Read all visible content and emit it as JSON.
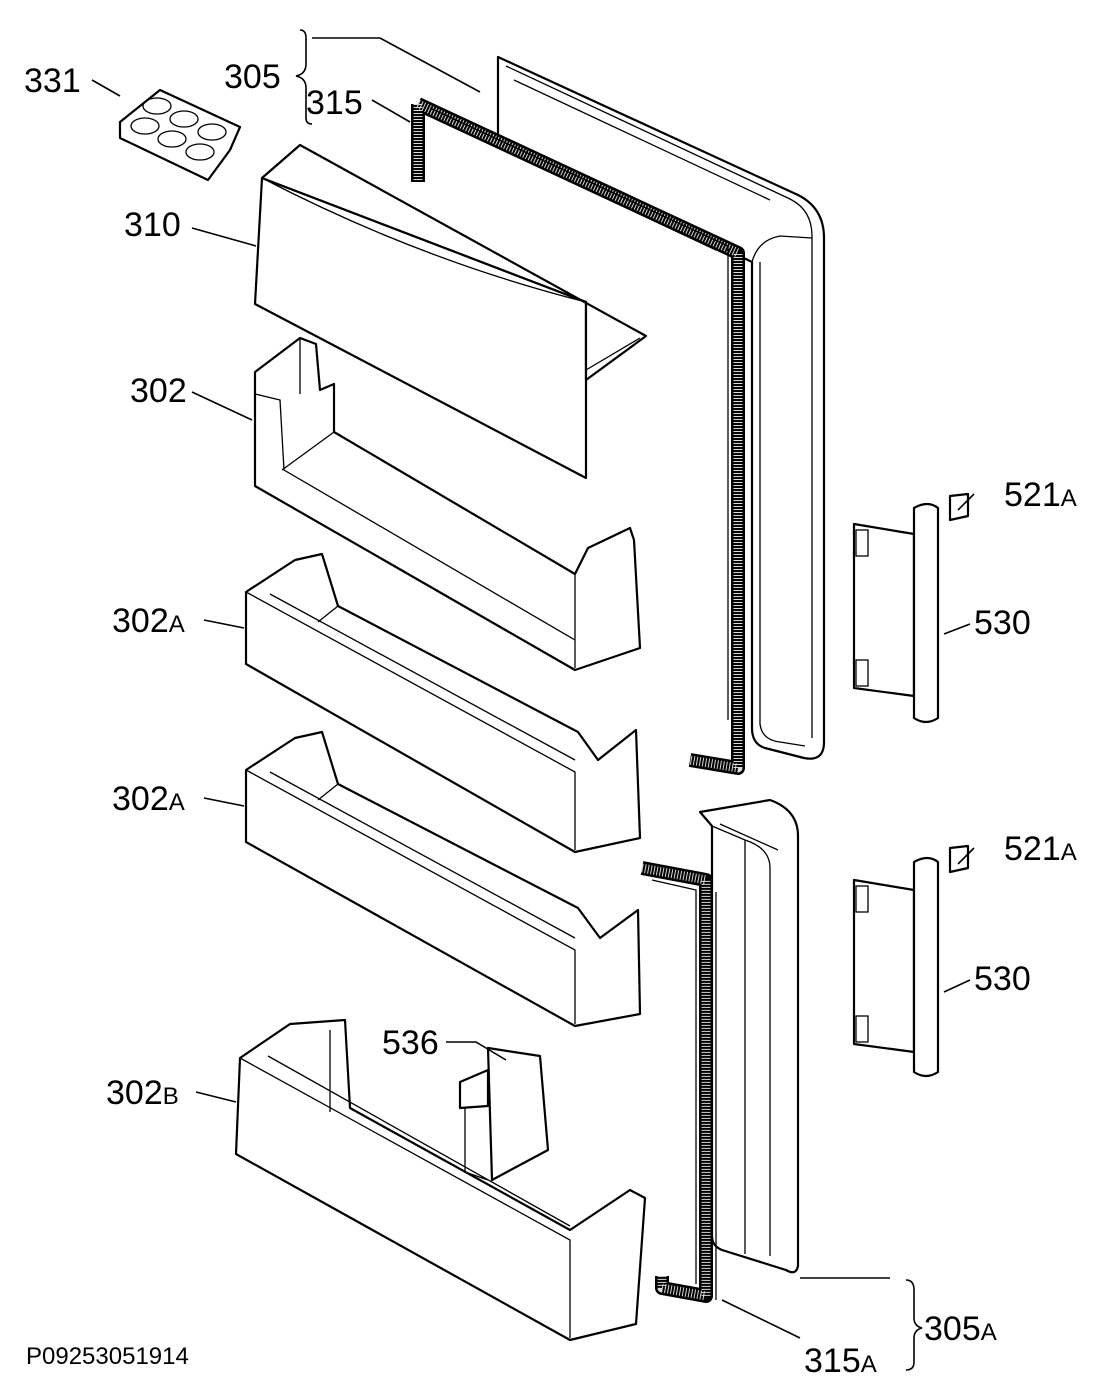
{
  "parts": {
    "p331": {
      "num": "331"
    },
    "p305": {
      "num": "305"
    },
    "p315": {
      "num": "315"
    },
    "p310": {
      "num": "310"
    },
    "p302": {
      "num": "302"
    },
    "p302a_1": {
      "num": "302",
      "suffix": "A"
    },
    "p302a_2": {
      "num": "302",
      "suffix": "A"
    },
    "p302b": {
      "num": "302",
      "suffix": "B"
    },
    "p536": {
      "num": "536"
    },
    "p521a_1": {
      "num": "521",
      "suffix": "A"
    },
    "p521a_2": {
      "num": "521",
      "suffix": "A"
    },
    "p530_1": {
      "num": "530"
    },
    "p530_2": {
      "num": "530"
    },
    "p305a": {
      "num": "305",
      "suffix": "A"
    },
    "p315a": {
      "num": "315",
      "suffix": "A"
    }
  },
  "reference_code": "P09253051914"
}
